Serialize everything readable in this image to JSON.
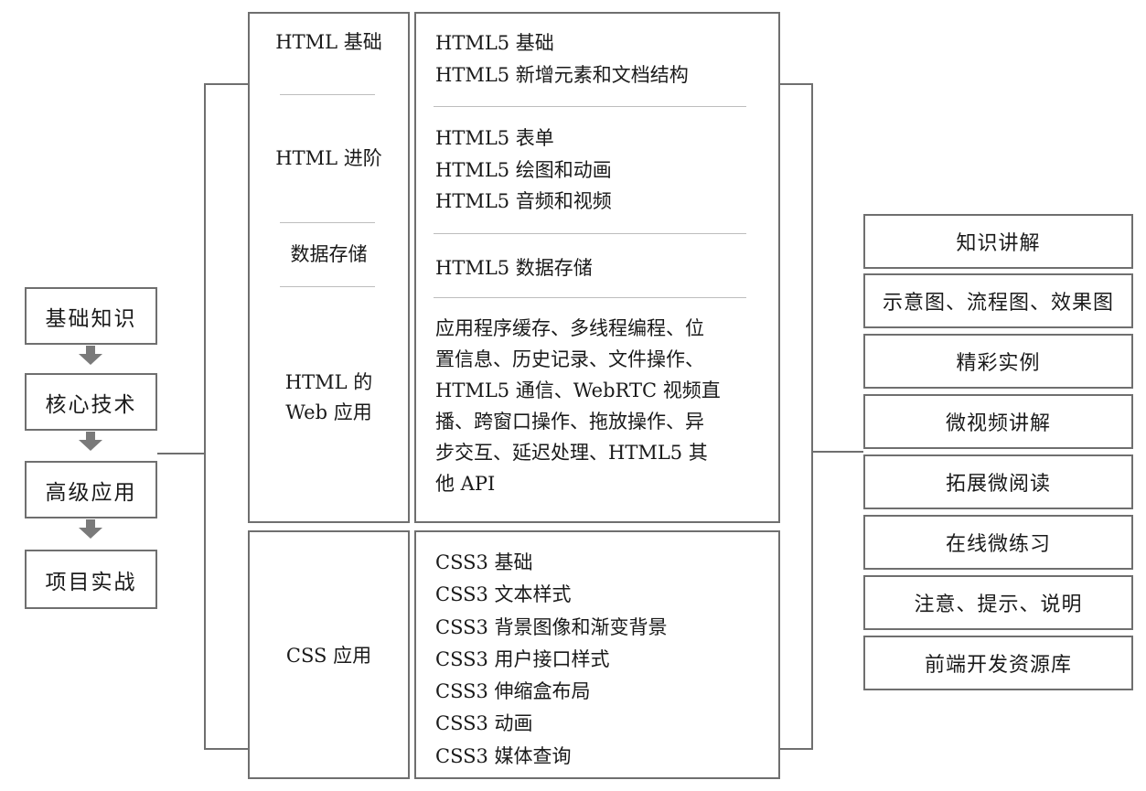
{
  "stages": [
    "基础知识",
    "核心技术",
    "高级应用",
    "项目实战"
  ],
  "html_section": {
    "rows": [
      {
        "title_lines": [
          "HTML 基础"
        ],
        "items": [
          "HTML5 基础",
          "HTML5 新增元素和文档结构"
        ]
      },
      {
        "title_lines": [
          "HTML 进阶"
        ],
        "items": [
          "HTML5 表单",
          "HTML5  绘图和动画",
          "HTML5 音频和视频"
        ]
      },
      {
        "title_lines": [
          "数据存储"
        ],
        "items": [
          "HTML5 数据存储"
        ]
      },
      {
        "title_lines": [
          "HTML 的",
          "Web 应用"
        ],
        "items": [
          "应用程序缓存、多线程编程、位",
          "置信息、历史记录、文件操作、",
          "HTML5 通信、WebRTC 视频直",
          "播、跨窗口操作、拖放操作、异",
          "步交互、延迟处理、HTML5 其",
          "他 API"
        ]
      }
    ]
  },
  "css_section": {
    "title": "CSS 应用",
    "items": [
      "CSS3 基础",
      "CSS3 文本样式",
      "CSS3 背景图像和渐变背景",
      "CSS3 用户接口样式",
      "CSS3 伸缩盒布局",
      "CSS3 动画",
      "CSS3 媒体查询"
    ]
  },
  "features": [
    "知识讲解",
    "示意图、流程图、效果图",
    "精彩实例",
    "微视频讲解",
    "拓展微阅读",
    "在线微练习",
    "注意、提示、说明",
    "前端开发资源库"
  ]
}
